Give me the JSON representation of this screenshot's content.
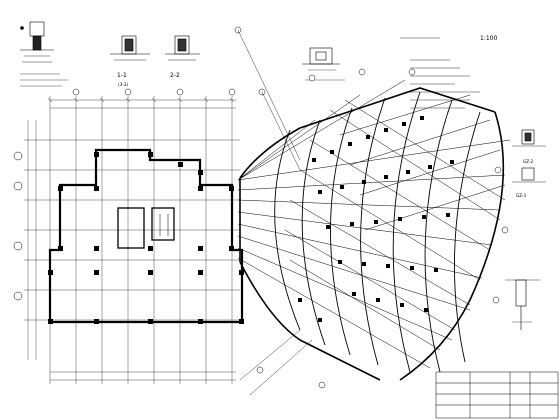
{
  "drawing": {
    "scale_label": "1:100",
    "sections": [
      {
        "label": "1-1",
        "sub": "(3-3)"
      },
      {
        "label": "2-2",
        "sub": ""
      }
    ],
    "gz_labels": [
      "GZ-2",
      "GZ-3"
    ],
    "colors": {
      "line": "#000000",
      "column": "#000000",
      "background": "#ffffff"
    }
  }
}
